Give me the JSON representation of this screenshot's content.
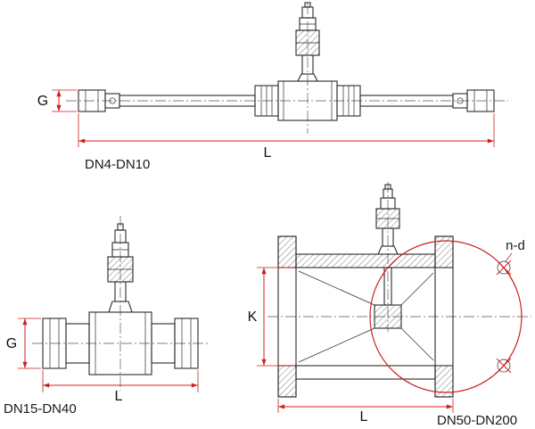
{
  "colors": {
    "background": "#ffffff",
    "line": "#2a2a2a",
    "dimension": "#cc2020",
    "text": "#1a1a1a"
  },
  "drawings": {
    "dn4_dn10": {
      "label": "DN4-DN10",
      "dim_g": "G",
      "dim_l": "L"
    },
    "dn15_dn40": {
      "label": "DN15-DN40",
      "dim_g": "G",
      "dim_l": "L"
    },
    "dn50_dn200": {
      "label": "DN50-DN200",
      "dim_k": "K",
      "dim_l": "L",
      "bolt_circle_label": "n-d"
    }
  }
}
